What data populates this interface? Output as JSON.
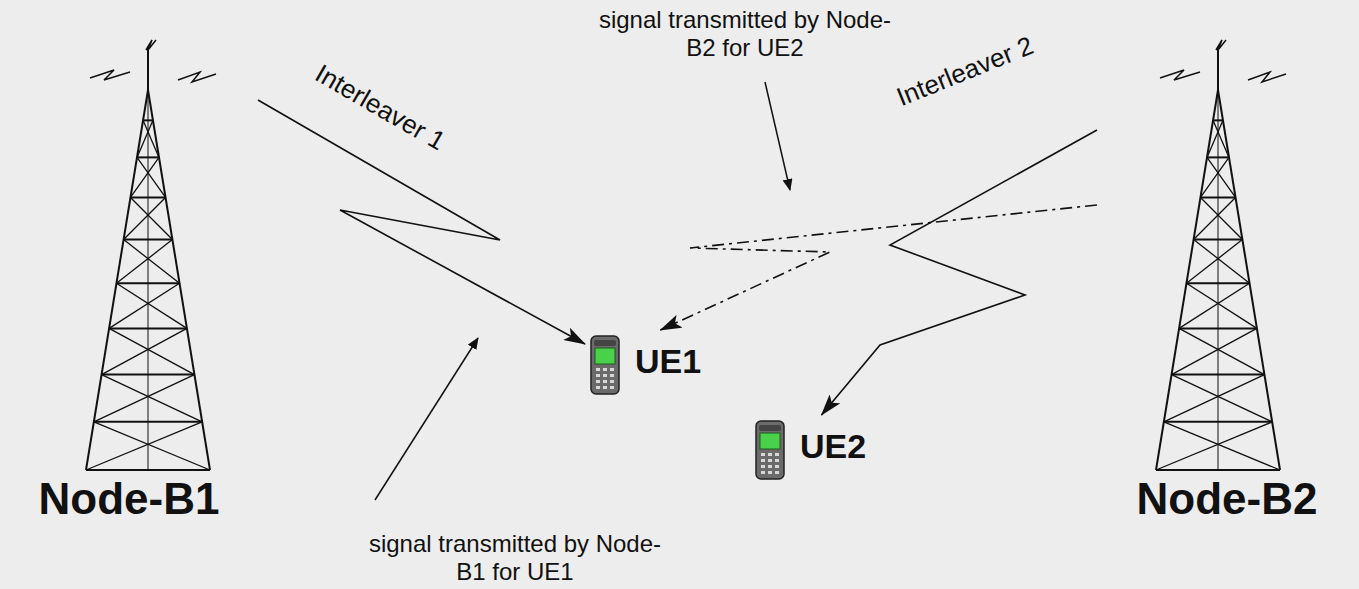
{
  "diagram": {
    "nodes": [
      {
        "text": [
          "Node-B1"
        ]
      },
      {
        "text": [
          "Node-B2"
        ]
      },
      {
        "text": [
          "UE1"
        ]
      },
      {
        "text": [
          "UE2"
        ]
      }
    ],
    "edges": [
      {
        "from": 0,
        "to": 2,
        "arrow": "to",
        "label": "Interleaver 1"
      },
      {
        "from": 1,
        "to": 2,
        "arrow": "to",
        "label": "Interleaver 2"
      },
      {
        "from": 1,
        "to": 3,
        "arrow": "to"
      }
    ],
    "labels": [
      "signal transmitted by Node-B2 for UE2",
      "signal transmitted by Node-B1 for UE1"
    ]
  }
}
